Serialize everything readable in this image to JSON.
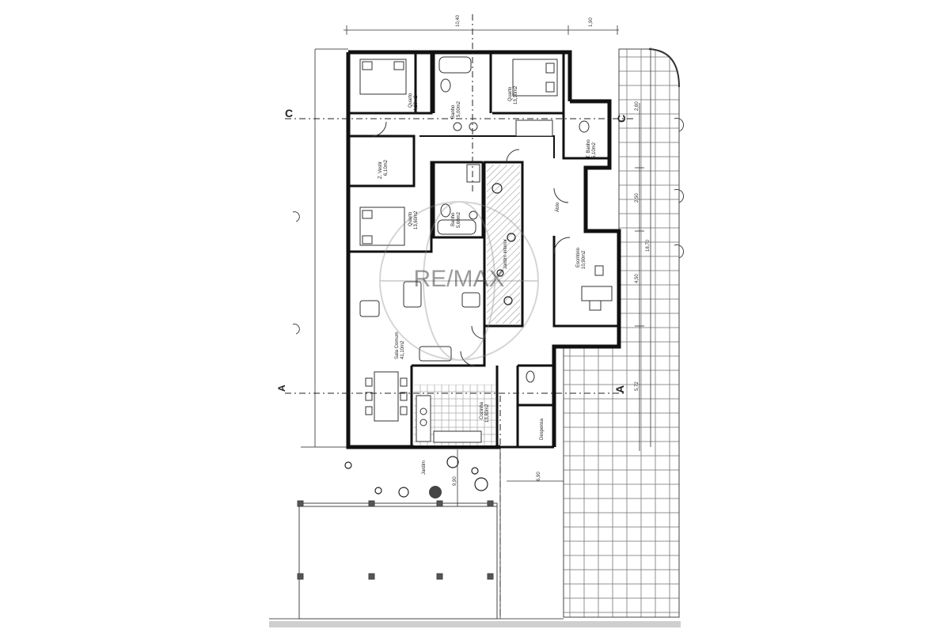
{
  "rooms": {
    "quarto1": {
      "name": "Quarto",
      "area": "14,10m2"
    },
    "banho1": {
      "name": "Banho",
      "area": "5,00m2"
    },
    "quarto2": {
      "name": "Quarto",
      "area": "13,30m2"
    },
    "tbanho": {
      "name": "T. Banho",
      "area": "5,10m2"
    },
    "zvestir": {
      "name": "Z. Vestir",
      "area": "6,10m2"
    },
    "quarto3": {
      "name": "Quarto",
      "area": "13,60m2"
    },
    "banho2": {
      "name": "Banho",
      "area": "5,60m2"
    },
    "zinterior": {
      "name": "Jardim interior"
    },
    "atrio": {
      "name": "Átrio"
    },
    "escritorio": {
      "name": "Escritório",
      "area": "10,90m2"
    },
    "sala": {
      "name": "Sala Comum",
      "area": "41,10m2"
    },
    "cozinha": {
      "name": "Cozinha",
      "area": "13,80m2"
    },
    "despensa": {
      "name": "Despensa"
    },
    "jardim": {
      "name": "Jardim"
    }
  },
  "sections": {
    "a_left": "A",
    "a_right": "A",
    "c_left": "C",
    "c_right": "C"
  },
  "dimensions": {
    "top_main": "10,40",
    "top_right": "1,90",
    "right_1": "2,60",
    "right_2": "2,50",
    "right_3": "4,50",
    "right_4": "5,72",
    "right_total": "18,70",
    "bottom_1": "9,90",
    "bottom_2": "6,90"
  },
  "watermark": "RE/MAX"
}
